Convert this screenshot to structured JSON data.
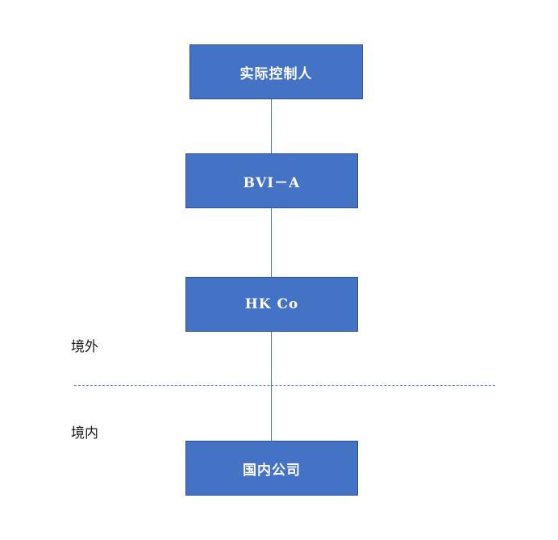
{
  "nodes": {
    "controller": "实际控制人",
    "bvi": "BVI－A",
    "hk": "HK Co",
    "domestic": "国内公司"
  },
  "regions": {
    "offshore": "境外",
    "onshore": "境内"
  },
  "colors": {
    "box_fill": "#4472c4",
    "box_border": "#2f528f",
    "box_text": "#ffffff",
    "connector": "#4a72c4",
    "divider": "#5b7fbf"
  }
}
